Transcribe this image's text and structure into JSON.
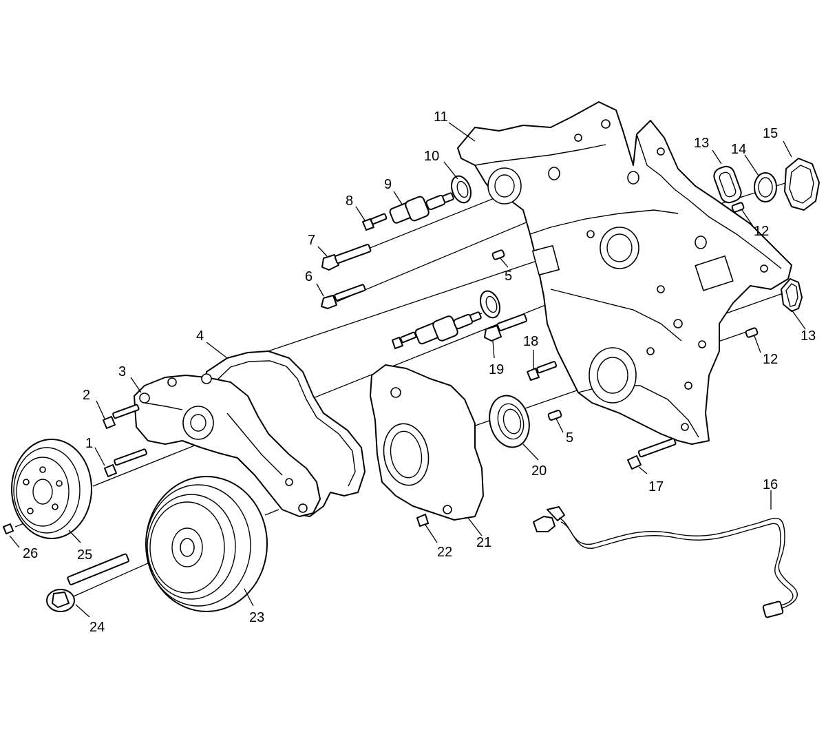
{
  "callouts": [
    {
      "id": "c1",
      "label": "1"
    },
    {
      "id": "c2",
      "label": "2"
    },
    {
      "id": "c3",
      "label": "3"
    },
    {
      "id": "c4",
      "label": "4"
    },
    {
      "id": "c5a",
      "label": "5"
    },
    {
      "id": "c5b",
      "label": "5"
    },
    {
      "id": "c6",
      "label": "6"
    },
    {
      "id": "c7",
      "label": "7"
    },
    {
      "id": "c8",
      "label": "8"
    },
    {
      "id": "c9",
      "label": "9"
    },
    {
      "id": "c10",
      "label": "10"
    },
    {
      "id": "c11",
      "label": "11"
    },
    {
      "id": "c12a",
      "label": "12"
    },
    {
      "id": "c12b",
      "label": "12"
    },
    {
      "id": "c13a",
      "label": "13"
    },
    {
      "id": "c13b",
      "label": "13"
    },
    {
      "id": "c14",
      "label": "14"
    },
    {
      "id": "c15",
      "label": "15"
    },
    {
      "id": "c16",
      "label": "16"
    },
    {
      "id": "c17",
      "label": "17"
    },
    {
      "id": "c18",
      "label": "18"
    },
    {
      "id": "c19",
      "label": "19"
    },
    {
      "id": "c20",
      "label": "20"
    },
    {
      "id": "c21",
      "label": "21"
    },
    {
      "id": "c22",
      "label": "22"
    },
    {
      "id": "c23",
      "label": "23"
    },
    {
      "id": "c24",
      "label": "24"
    },
    {
      "id": "c25",
      "label": "25"
    },
    {
      "id": "c26",
      "label": "26"
    }
  ]
}
